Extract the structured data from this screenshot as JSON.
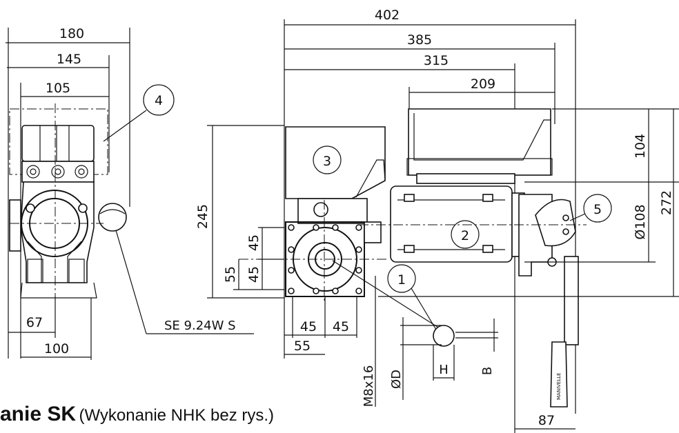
{
  "dimensions": {
    "d180": "180",
    "d145": "145",
    "d105": "105",
    "d402": "402",
    "d385": "385",
    "d315": "315",
    "d209": "209",
    "d104": "104",
    "d272": "272",
    "d108": "Ø108",
    "d245": "245",
    "d45a": "45",
    "d45b": "45",
    "d55v": "55",
    "d45h1": "45",
    "d45h2": "45",
    "d55h": "55",
    "d67": "67",
    "d100": "100",
    "d87": "87",
    "se": "SE 9.24W S",
    "m8": "M8x16",
    "od": "ØD",
    "h": "H",
    "b": "B"
  },
  "callouts": [
    "1",
    "2",
    "3",
    "4",
    "5"
  ],
  "handle_text": "MANIVELLE",
  "caption": {
    "title": "anie SK",
    "note": "(Wykonanie NHK bez rys.)"
  }
}
